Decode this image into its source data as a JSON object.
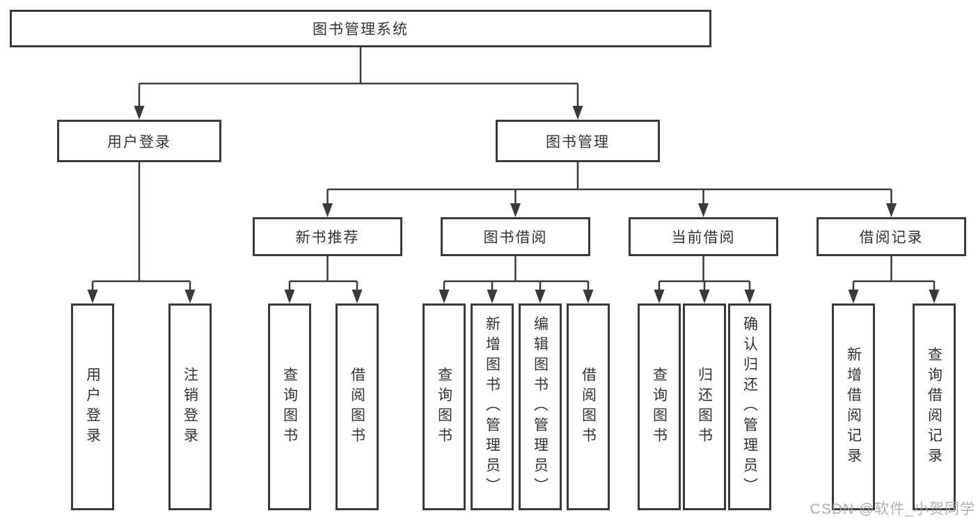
{
  "diagram": {
    "root": {
      "label": "图书管理系统"
    },
    "level2": [
      {
        "id": "user-login",
        "label": "用户登录"
      },
      {
        "id": "book-management",
        "label": "图书管理"
      }
    ],
    "level3": [
      {
        "id": "new-book-recommend",
        "label": "新书推荐"
      },
      {
        "id": "book-borrowing",
        "label": "图书借阅"
      },
      {
        "id": "current-borrowing",
        "label": "当前借阅"
      },
      {
        "id": "borrowing-records",
        "label": "借阅记录"
      }
    ],
    "level4": {
      "user_login_children": [
        {
          "label": "用户登录"
        },
        {
          "label": "注销登录"
        }
      ],
      "new_book_children": [
        {
          "label": "查询图书"
        },
        {
          "label": "借阅图书"
        }
      ],
      "book_borrowing_children": [
        {
          "label": "查询图书"
        },
        {
          "label": "新增图书（管理员）"
        },
        {
          "label": "编辑图书（管理员）"
        },
        {
          "label": "借阅图书"
        }
      ],
      "current_borrowing_children": [
        {
          "label": "查询图书"
        },
        {
          "label": "归还图书"
        },
        {
          "label": "确认归还（管理员）"
        }
      ],
      "borrowing_records_children": [
        {
          "label": "新增借阅记录"
        },
        {
          "label": "查询借阅记录"
        }
      ]
    }
  },
  "watermark": {
    "text": "CSDN @软件_小贺同学"
  },
  "colors": {
    "line": "#3a3a3a",
    "box_border": "#3a3a3a",
    "text": "#333333",
    "watermark": "#a6a6a6",
    "background": "#ffffff"
  }
}
